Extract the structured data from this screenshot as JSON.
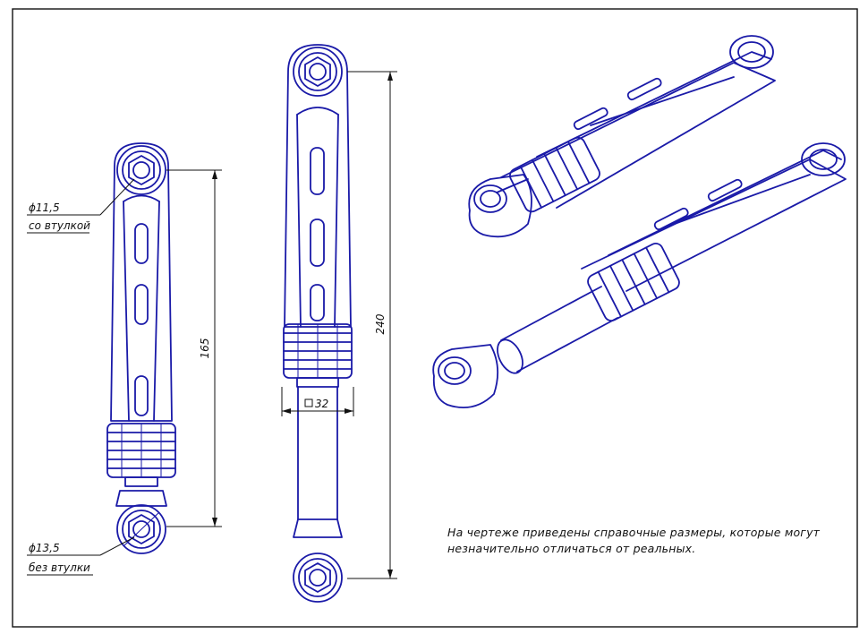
{
  "dimensions": {
    "hole_top": "ϕ11,5",
    "hole_top_note": "со втулкой",
    "hole_bottom": "ϕ13,5",
    "hole_bottom_note": "без втулки",
    "length_small": "165",
    "length_large": "240",
    "square": "32"
  },
  "note_line1": "На чертеже приведены справочные размеры, которые могут",
  "note_line2": "незначительно отличаться от реальных.",
  "colors": {
    "drawing": "#1a1aa8",
    "dimension": "#111111"
  }
}
